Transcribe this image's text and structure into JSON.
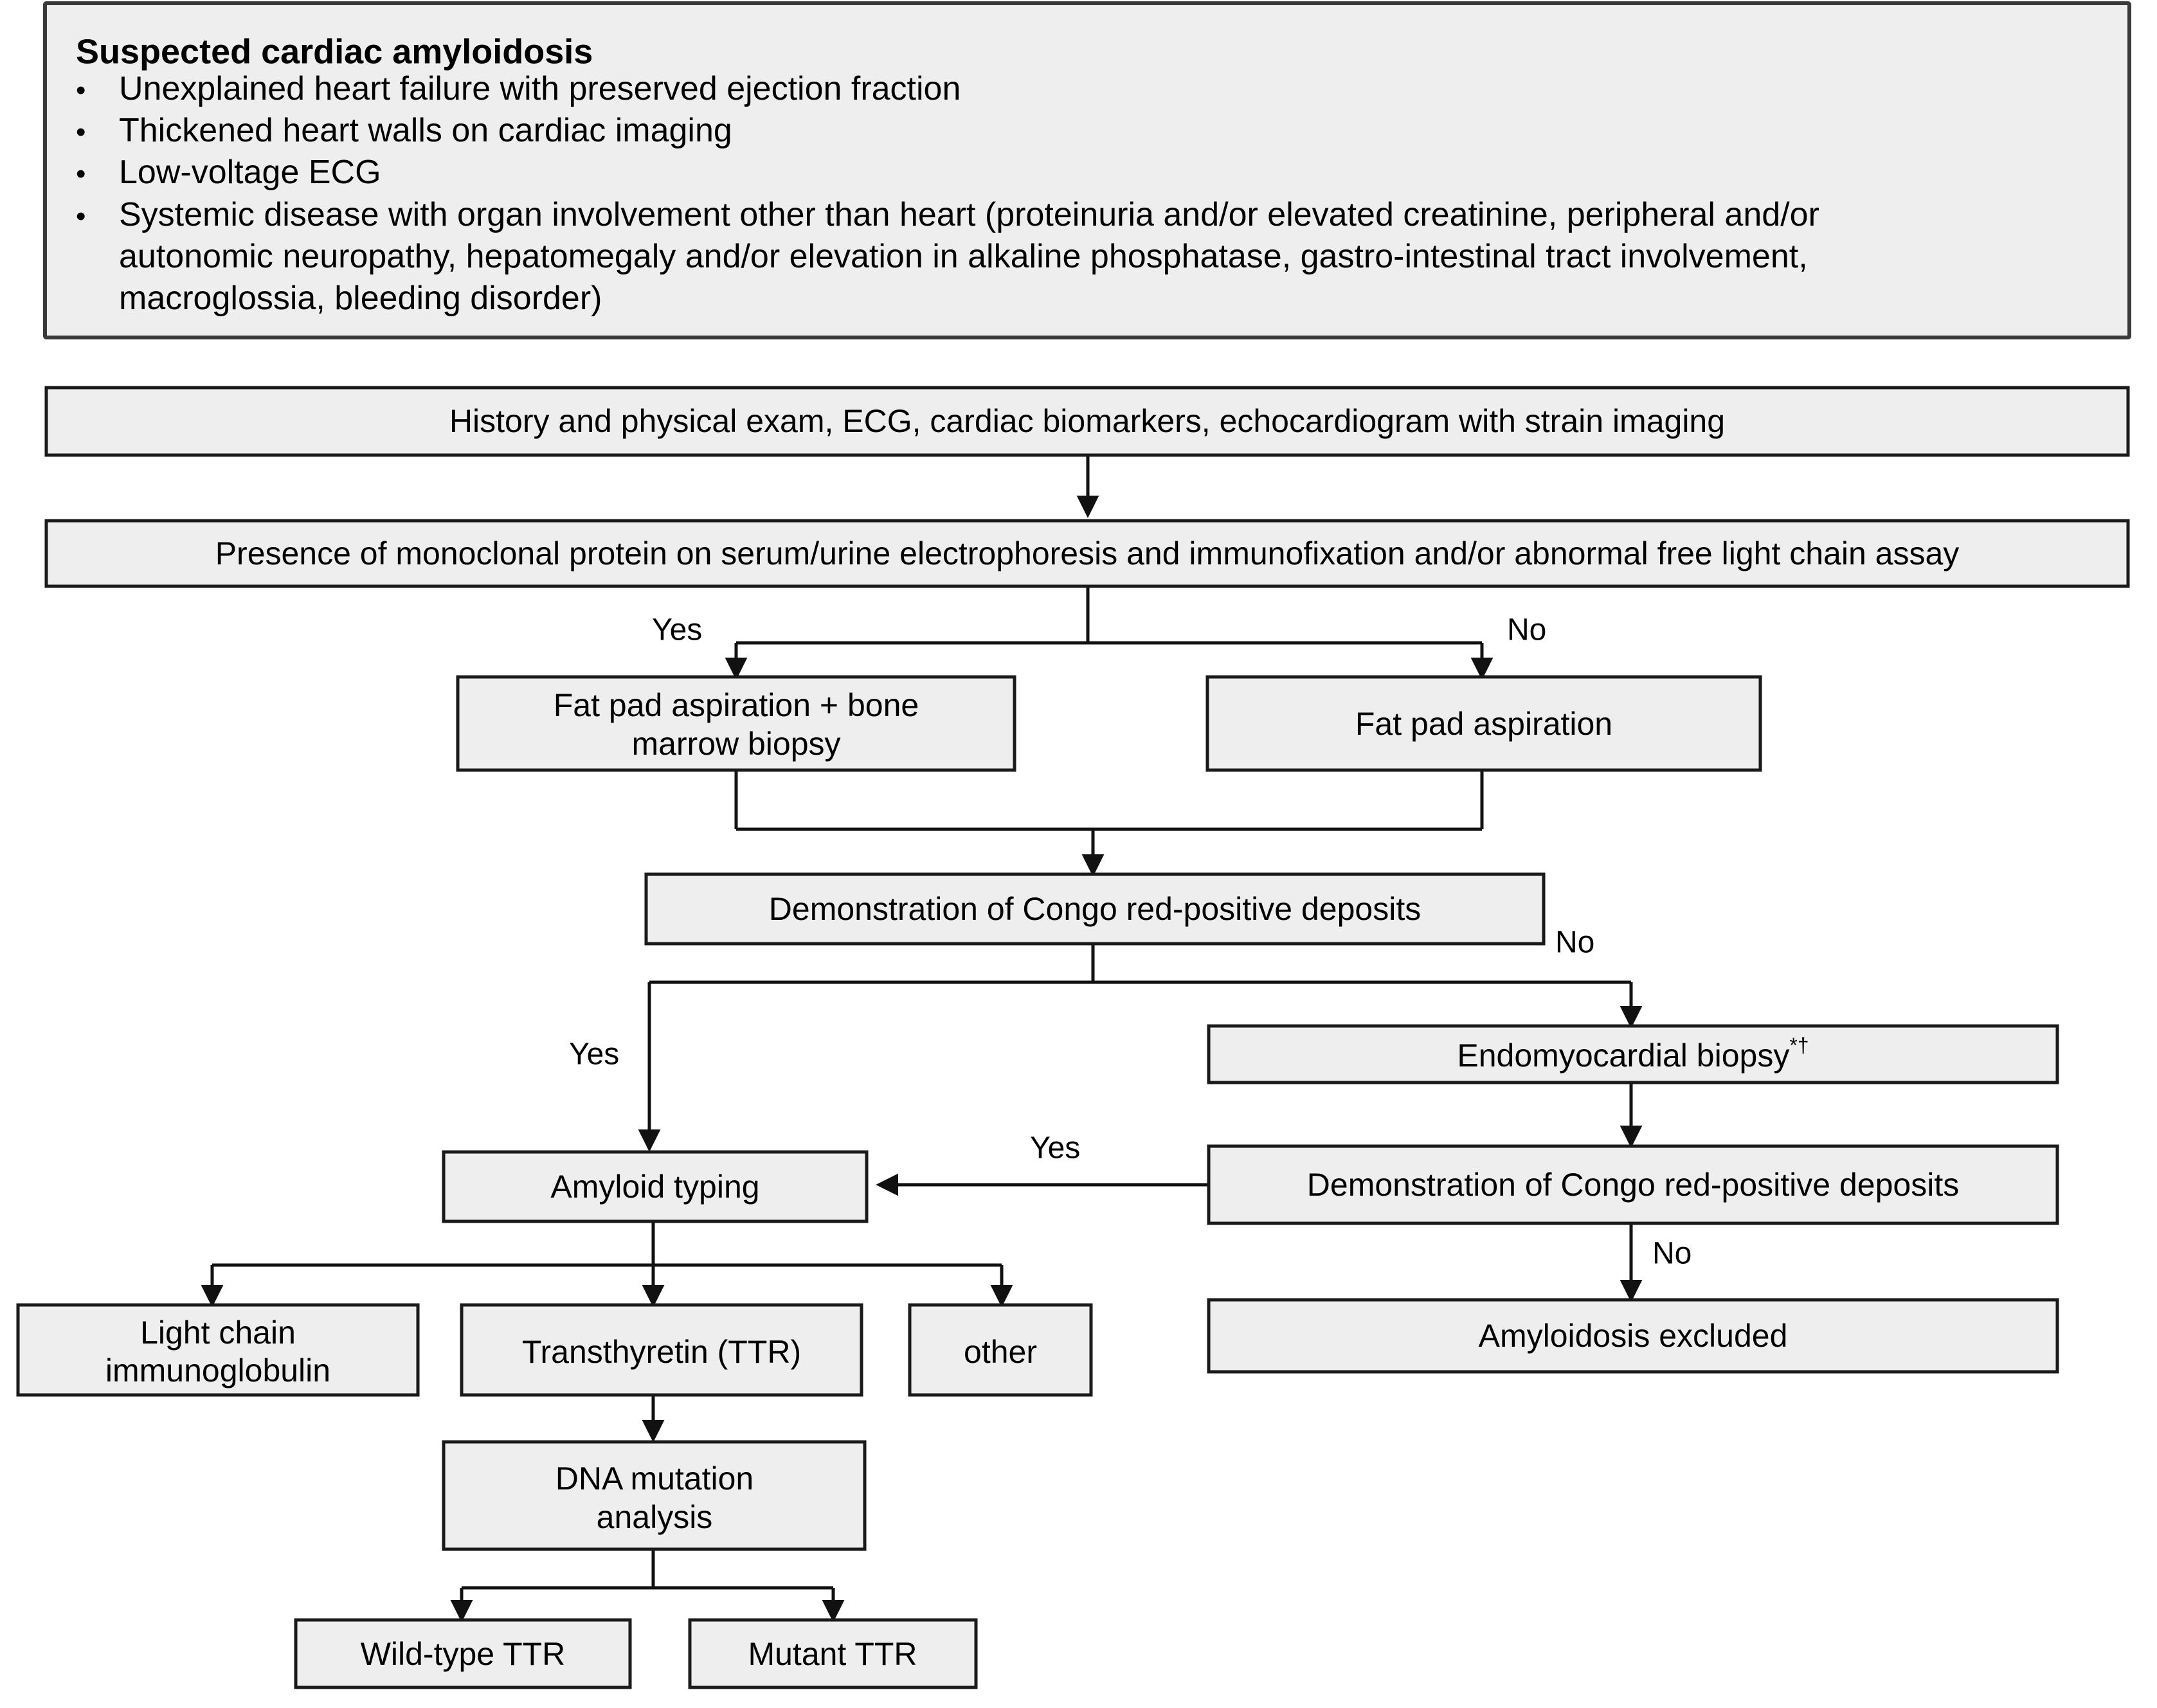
{
  "header": {
    "title": "Suspected cardiac amyloidosis",
    "bullet_glyph": "•",
    "items": [
      {
        "lines": [
          "Unexplained heart failure with preserved ejection fraction"
        ]
      },
      {
        "lines": [
          "Thickened heart walls on cardiac imaging"
        ]
      },
      {
        "lines": [
          "Low-voltage ECG"
        ]
      },
      {
        "lines": [
          "Systemic disease with organ involvement other than heart (proteinuria and/or elevated creatinine, peripheral and/or",
          "autonomic neuropathy, hepatomegaly and/or elevation in alkaline phosphatase, gastro-intestinal tract involvement,",
          "macroglossia, bleeding disorder)"
        ]
      }
    ]
  },
  "nodes": {
    "history": {
      "label": "History and physical exam, ECG, cardiac biomarkers, echocardiogram with strain imaging"
    },
    "monoclonal": {
      "label": "Presence of monoclonal protein on serum/urine electrophoresis and immunofixation and/or abnormal free light chain assay"
    },
    "fatpad_bm": {
      "line1": "Fat pad aspiration + bone",
      "line2": "marrow biopsy"
    },
    "fatpad": {
      "label": "Fat pad aspiration"
    },
    "congo1": {
      "label": "Demonstration of Congo red-positive deposits"
    },
    "endomyocardial": {
      "label": "Endomyocardial biopsy",
      "superscript": "*†"
    },
    "congo2": {
      "label": "Demonstration of Congo red-positive deposits"
    },
    "amyloid_typing": {
      "label": "Amyloid typing"
    },
    "amyloidosis_excluded": {
      "label": "Amyloidosis excluded"
    },
    "light_chain": {
      "line1": "Light chain",
      "line2": "immunoglobulin"
    },
    "transthyretin": {
      "label": "Transthyretin (TTR)"
    },
    "other": {
      "label": "other"
    },
    "dna": {
      "line1": "DNA mutation",
      "line2": "analysis"
    },
    "wildtype": {
      "label": "Wild-type TTR"
    },
    "mutant": {
      "label": "Mutant TTR"
    }
  },
  "edge_labels": {
    "monoclonal_yes": "Yes",
    "monoclonal_no": "No",
    "congo1_yes": "Yes",
    "congo1_no": "No",
    "congo2_yes": "Yes",
    "congo2_no": "No"
  },
  "colors": {
    "box_fill": "#eeeeee",
    "box_stroke": "#1a1a1a",
    "connector": "#111111",
    "text": "#000000",
    "page_bg": "#ffffff"
  },
  "chart_data": {
    "type": "diagram",
    "title": "Diagnostic algorithm for suspected cardiac amyloidosis",
    "nodes": [
      {
        "id": "header",
        "text": "Suspected cardiac amyloidosis"
      },
      {
        "id": "history",
        "text": "History and physical exam, ECG, cardiac biomarkers, echocardiogram with strain imaging"
      },
      {
        "id": "monoclonal",
        "text": "Presence of monoclonal protein on serum/urine electrophoresis and immunofixation and/or abnormal free light chain assay"
      },
      {
        "id": "fatpad_bm",
        "text": "Fat pad aspiration + bone marrow biopsy"
      },
      {
        "id": "fatpad",
        "text": "Fat pad aspiration"
      },
      {
        "id": "congo1",
        "text": "Demonstration of Congo red-positive deposits"
      },
      {
        "id": "endomyocardial",
        "text": "Endomyocardial biopsy*†"
      },
      {
        "id": "congo2",
        "text": "Demonstration of Congo red-positive deposits"
      },
      {
        "id": "amyloid_typing",
        "text": "Amyloid typing"
      },
      {
        "id": "amyloidosis_excluded",
        "text": "Amyloidosis excluded"
      },
      {
        "id": "light_chain",
        "text": "Light chain immunoglobulin"
      },
      {
        "id": "transthyretin",
        "text": "Transthyretin (TTR)"
      },
      {
        "id": "other",
        "text": "other"
      },
      {
        "id": "dna",
        "text": "DNA mutation analysis"
      },
      {
        "id": "wildtype",
        "text": "Wild-type TTR"
      },
      {
        "id": "mutant",
        "text": "Mutant TTR"
      }
    ],
    "edges": [
      {
        "from": "history",
        "to": "monoclonal",
        "label": ""
      },
      {
        "from": "monoclonal",
        "to": "fatpad_bm",
        "label": "Yes"
      },
      {
        "from": "monoclonal",
        "to": "fatpad",
        "label": "No"
      },
      {
        "from": "fatpad_bm",
        "to": "congo1",
        "label": ""
      },
      {
        "from": "fatpad",
        "to": "congo1",
        "label": ""
      },
      {
        "from": "congo1",
        "to": "amyloid_typing",
        "label": "Yes"
      },
      {
        "from": "congo1",
        "to": "endomyocardial",
        "label": "No"
      },
      {
        "from": "endomyocardial",
        "to": "congo2",
        "label": ""
      },
      {
        "from": "congo2",
        "to": "amyloid_typing",
        "label": "Yes"
      },
      {
        "from": "congo2",
        "to": "amyloidosis_excluded",
        "label": "No"
      },
      {
        "from": "amyloid_typing",
        "to": "light_chain",
        "label": ""
      },
      {
        "from": "amyloid_typing",
        "to": "transthyretin",
        "label": ""
      },
      {
        "from": "amyloid_typing",
        "to": "other",
        "label": ""
      },
      {
        "from": "transthyretin",
        "to": "dna",
        "label": ""
      },
      {
        "from": "dna",
        "to": "wildtype",
        "label": ""
      },
      {
        "from": "dna",
        "to": "mutant",
        "label": ""
      }
    ]
  }
}
